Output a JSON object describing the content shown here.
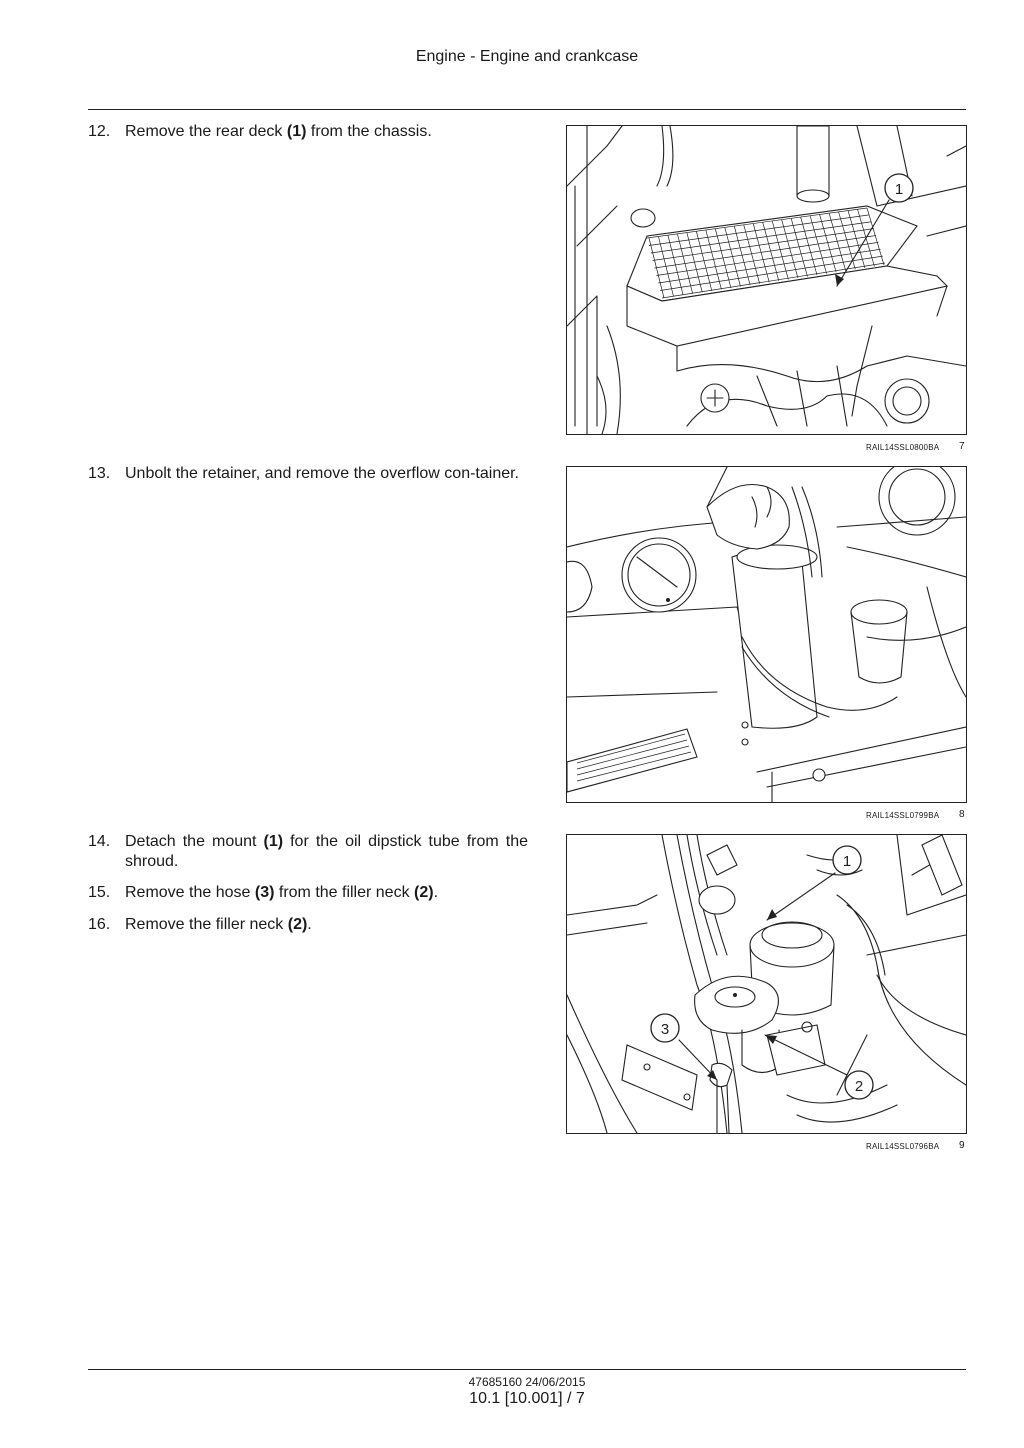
{
  "header": {
    "title": "Engine - Engine and crankcase"
  },
  "steps": [
    {
      "num": "12.",
      "parts": [
        "Remove the rear deck ",
        "(1)",
        " from the chassis."
      ]
    },
    {
      "num": "13.",
      "text": "Unbolt the retainer, and remove the overflow con-tainer."
    },
    {
      "num": "14.",
      "parts": [
        "Detach the mount ",
        "(1)",
        " for the oil dipstick tube from the shroud."
      ]
    },
    {
      "num": "15.",
      "parts": [
        "Remove the hose ",
        "(3)",
        " from the filler neck ",
        "(2)",
        "."
      ]
    },
    {
      "num": "16.",
      "parts": [
        "Remove the filler neck ",
        "(2)",
        "."
      ]
    }
  ],
  "figures": [
    {
      "code": "RAIL14SSL0800BA",
      "number": "7",
      "callouts": [
        "1"
      ]
    },
    {
      "code": "RAIL14SSL0799BA",
      "number": "8",
      "callouts": []
    },
    {
      "code": "RAIL14SSL0796BA",
      "number": "9",
      "callouts": [
        "1",
        "3",
        "2"
      ]
    }
  ],
  "footer": {
    "doc": "47685160 24/06/2015",
    "page": "10.1 [10.001] / 7"
  }
}
